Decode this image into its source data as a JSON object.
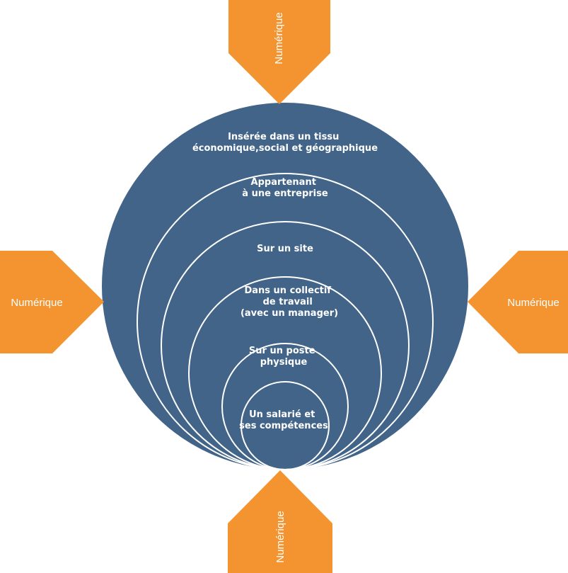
{
  "colors": {
    "circle_fill": "#416488",
    "ring_stroke": "#ffffff",
    "arrow_fill": "#f39430",
    "text": "#ffffff"
  },
  "rings": [
    {
      "id": "tissu",
      "lines": [
        "Insérée dans un tissu",
        "économique,social et géographique"
      ]
    },
    {
      "id": "entreprise",
      "lines": [
        "Appartenant",
        "à une entreprise"
      ]
    },
    {
      "id": "site",
      "lines": [
        "Sur un site"
      ]
    },
    {
      "id": "collectif",
      "lines": [
        "Dans un collectif",
        "de travail",
        "(avec un manager)"
      ]
    },
    {
      "id": "poste",
      "lines": [
        "Sur un poste",
        "physique"
      ]
    },
    {
      "id": "salarie",
      "lines": [
        "Un salarié et",
        "ses compétences"
      ]
    }
  ],
  "arrows": {
    "top": {
      "label": "Numérique",
      "icon": "arrow-down-shape"
    },
    "bottom": {
      "label": "Numérique",
      "icon": "arrow-up-shape"
    },
    "left": {
      "label": "Numérique",
      "icon": "arrow-right-shape"
    },
    "right": {
      "label": "Numérique",
      "icon": "arrow-left-shape"
    }
  }
}
